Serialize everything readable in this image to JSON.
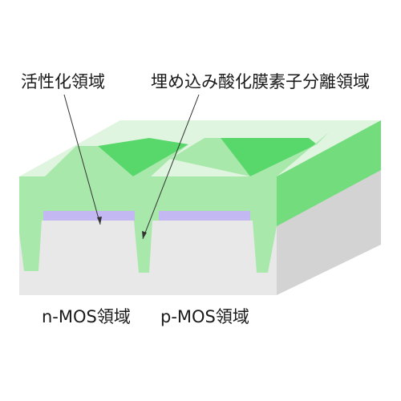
{
  "labels": {
    "active_region": "活性化領域",
    "sti": "埋め込み酸化膜素子分離領域",
    "nmos_region": "n-MOS領域",
    "pmos_region": "p-MOS領域"
  },
  "colors": {
    "substrate_front": "#e8e8e8",
    "substrate_side": "#d3d3d3",
    "oxide_top": "#dff5df",
    "oxide_front": "#a8e8ab",
    "oxide_side": "#73dc7d",
    "trench_floor": "#58d76a",
    "gate_layer": "#c4b8f3",
    "leader_line": "#333333"
  }
}
